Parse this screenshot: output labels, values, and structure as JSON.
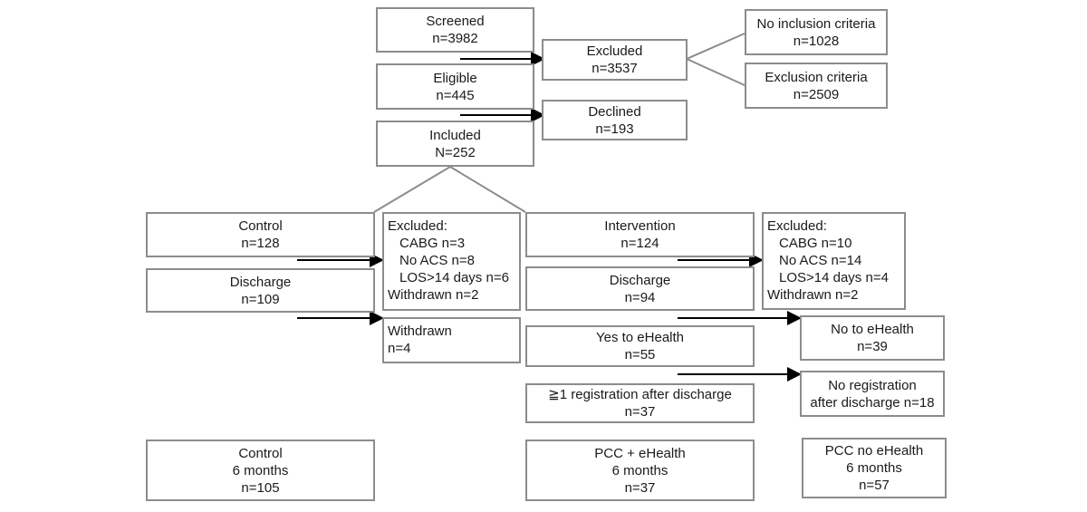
{
  "flow": {
    "screened": {
      "title": "Screened",
      "n": "n=3982"
    },
    "excluded": {
      "title": "Excluded",
      "n": "n=3537"
    },
    "no_inclusion": {
      "title": "No inclusion criteria",
      "n": "n=1028"
    },
    "exclusion_criteria": {
      "title": "Exclusion criteria",
      "n": "n=2509"
    },
    "eligible": {
      "title": "Eligible",
      "n": "n=445"
    },
    "declined": {
      "title": "Declined",
      "n": "n=193"
    },
    "included": {
      "title": "Included",
      "n": "N=252"
    },
    "control": {
      "title": "Control",
      "n": "n=128"
    },
    "control_excluded": {
      "title": "Excluded:",
      "cabg": "CABG n=3",
      "no_acs": "No ACS n=8",
      "los": "LOS>14 days n=6",
      "withdrawn": "Withdrawn n=2"
    },
    "control_discharge": {
      "title": "Discharge",
      "n": "n=109"
    },
    "control_withdrawn": {
      "title": "Withdrawn",
      "n": "n=4"
    },
    "intervention": {
      "title": "Intervention",
      "n": "n=124"
    },
    "intervention_excluded": {
      "title": "Excluded:",
      "cabg": "CABG n=10",
      "no_acs": "No ACS n=14",
      "los": "LOS>14 days n=4",
      "withdrawn": "Withdrawn n=2"
    },
    "intervention_discharge": {
      "title": "Discharge",
      "n": "n=94"
    },
    "yes_ehealth": {
      "title": "Yes to eHealth",
      "n": "n=55"
    },
    "no_ehealth": {
      "title": "No to eHealth",
      "n": "n=39"
    },
    "registration": {
      "title": "≧1 registration after discharge",
      "n": "n=37"
    },
    "no_registration": {
      "title": "No registration",
      "n": "after discharge n=18"
    },
    "control_6m": {
      "title": "Control",
      "sub": "6 months",
      "n": "n=105"
    },
    "pcc_ehealth_6m": {
      "title": "PCC + eHealth",
      "sub": "6 months",
      "n": "n=37"
    },
    "pcc_no_ehealth_6m": {
      "title": "PCC no eHealth",
      "sub": "6 months",
      "n": "n=57"
    }
  }
}
